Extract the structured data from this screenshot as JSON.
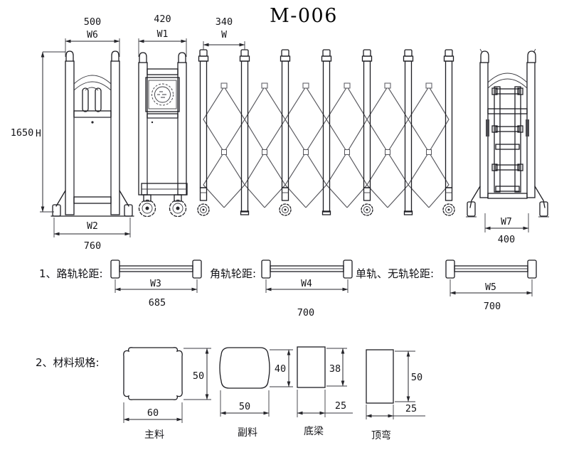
{
  "title": "M-006",
  "front_view": {
    "head_post": {
      "top_width": "500",
      "top_width_label": "W6",
      "height": "1650",
      "height_label": "H",
      "base_width_label": "W2",
      "base_width": "760"
    },
    "motor_unit": {
      "width": "420",
      "width_label": "W1"
    },
    "trellis": {
      "post_pitch": "340",
      "post_pitch_label": "W"
    },
    "tail_post": {
      "base_width_label": "W7",
      "base_width": "400"
    }
  },
  "wheel_spacing": {
    "items": [
      {
        "label": "1、路轨轮距:",
        "dim_label": "W3",
        "value": "685"
      },
      {
        "label": "角轨轮距:",
        "dim_label": "W4",
        "value": "700"
      },
      {
        "label": "单轨、无轨轮距:",
        "dim_label": "W5",
        "value": "700"
      }
    ]
  },
  "materials": {
    "heading": "2、材料规格:",
    "profiles": [
      {
        "name": "主料",
        "width": "60",
        "height": "50"
      },
      {
        "name": "副料",
        "width": "50",
        "height": "40"
      },
      {
        "name": "底梁",
        "width": "25",
        "height": "38"
      },
      {
        "name": "顶弯",
        "width": "25",
        "height": "50"
      }
    ]
  }
}
